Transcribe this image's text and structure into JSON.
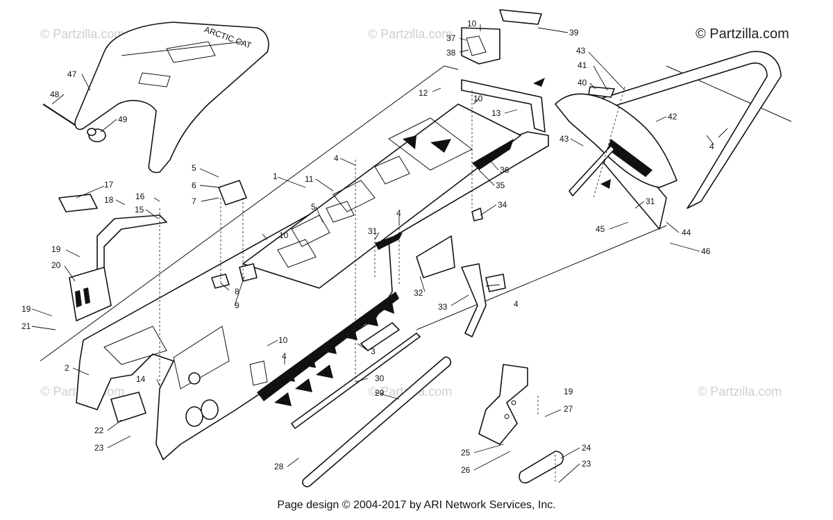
{
  "watermarks": {
    "main": "© Partzilla.com",
    "faint": "© Partzilla.com"
  },
  "footer": "Page design © 2004-2017 by ARI Network Services, Inc.",
  "callouts": [
    "1",
    "2",
    "3",
    "4",
    "5",
    "6",
    "7",
    "8",
    "9",
    "10",
    "11",
    "12",
    "13",
    "14",
    "15",
    "16",
    "17",
    "18",
    "19",
    "20",
    "21",
    "22",
    "23",
    "24",
    "25",
    "26",
    "27",
    "28",
    "29",
    "30",
    "31",
    "32",
    "33",
    "34",
    "35",
    "36",
    "37",
    "38",
    "39",
    "40",
    "41",
    "42",
    "43",
    "44",
    "45",
    "46",
    "47",
    "48",
    "49"
  ]
}
